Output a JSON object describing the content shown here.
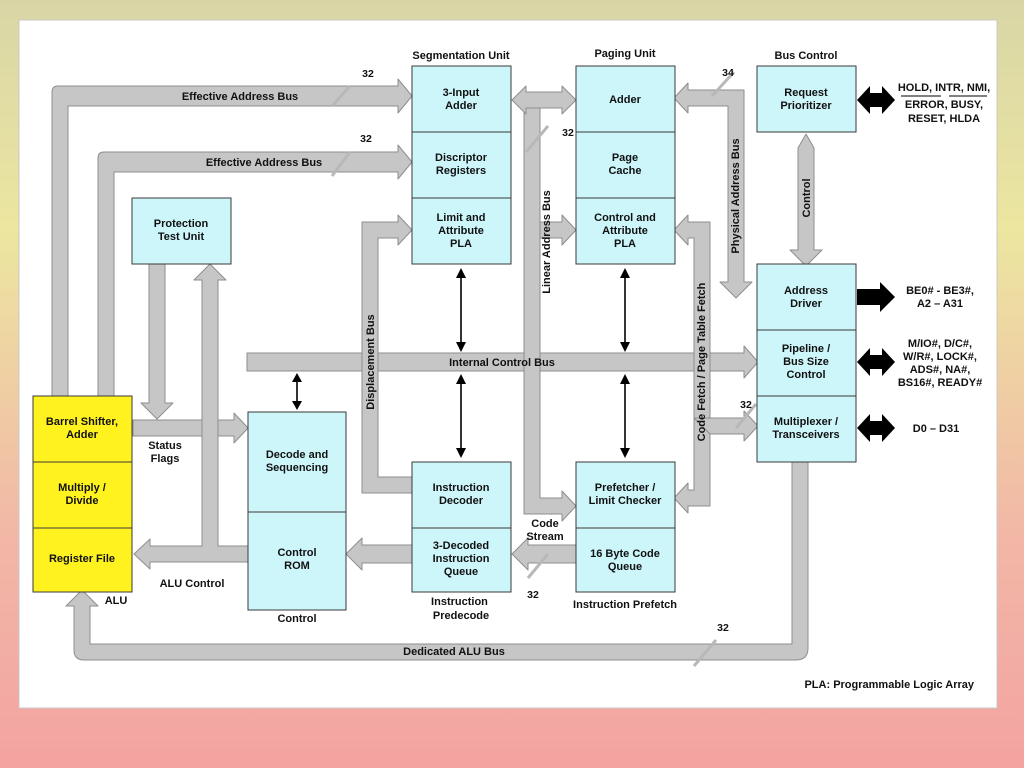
{
  "units": {
    "segmentation": "Segmentation Unit",
    "paging": "Paging Unit",
    "bus_control": "Bus Control",
    "alu": "ALU",
    "control": "Control",
    "instruction_predecode": [
      "Instruction",
      "Predecode"
    ],
    "instruction_prefetch": "Instruction Prefetch"
  },
  "blocks": {
    "input_adder": [
      "3-Input",
      "Adder"
    ],
    "descriptor_registers": [
      "Discriptor",
      "Registers"
    ],
    "limit_attr_pla_seg": [
      "Limit and",
      "Attribute",
      "PLA"
    ],
    "adder": [
      "Adder"
    ],
    "page_cache": [
      "Page",
      "Cache"
    ],
    "control_attr_pla": [
      "Control and",
      "Attribute",
      "PLA"
    ],
    "request_prioritizer": [
      "Request",
      "Prioritizer"
    ],
    "address_driver": [
      "Address",
      "Driver"
    ],
    "pipeline_bus_size": [
      "Pipeline /",
      "Bus Size",
      "Control"
    ],
    "multiplexer": [
      "Multiplexer /",
      "Transceivers"
    ],
    "protection_test": [
      "Protection",
      "Test Unit"
    ],
    "barrel_shifter": [
      "Barrel Shifter,",
      "Adder"
    ],
    "multiply_divide": [
      "Multiply /",
      "Divide"
    ],
    "register_file": [
      "Register File"
    ],
    "decode_sequencing": [
      "Decode and",
      "Sequencing"
    ],
    "control_rom": [
      "Control",
      "ROM"
    ],
    "instruction_decoder": [
      "Instruction",
      "Decoder"
    ],
    "decoded_queue": [
      "3-Decoded",
      "Instruction",
      "Queue"
    ],
    "prefetcher": [
      "Prefetcher /",
      "Limit Checker"
    ],
    "code_queue": [
      "16 Byte Code",
      "Queue"
    ]
  },
  "buses": {
    "effective_address_1": "Effective Address Bus",
    "effective_address_2": "Effective Address Bus",
    "internal_control": "Internal Control Bus",
    "dedicated_alu": "Dedicated ALU Bus",
    "linear_address": "Linear Address Bus",
    "physical_address": "Physical Address Bus",
    "displacement": "Displacement Bus",
    "code_fetch": "Code Fetch / Page Table Fetch",
    "control_vertical": "Control",
    "status_flags": [
      "Status",
      "Flags"
    ],
    "alu_control": "ALU Control",
    "code_stream": [
      "Code",
      "Stream"
    ]
  },
  "widths": {
    "eab1": "32",
    "eab2": "32",
    "linear": "32",
    "physical": "34",
    "data": "32",
    "prefetch": "32",
    "alu_bus": "32"
  },
  "signals": {
    "hold_line1": "HOLD, INTR, NMI,",
    "error_line2": "ERROR, BUSY,",
    "reset_line3": "RESET, HLDA",
    "be_line1": "BE0# - BE3#,",
    "be_line2": "A2 – A31",
    "mio": [
      "M/IO#, D/C#,",
      "W/R#, LOCK#,",
      "ADS#, NA#,",
      "BS16#, READY#"
    ],
    "data": "D0 – D31"
  },
  "legend": "PLA: Programmable Logic Array",
  "colors": {
    "block_fill": "#cdf6fb",
    "alu_fill": "#fff21e",
    "bus_fill": "#c6c6c6"
  }
}
